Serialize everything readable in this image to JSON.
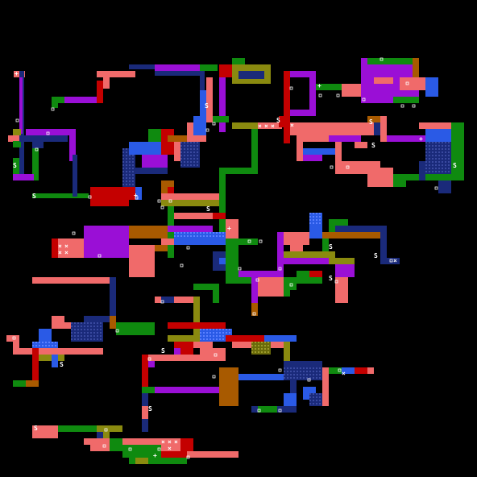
{
  "screen": {
    "background": "#000000",
    "description_color_keys": [
      "green",
      "pink",
      "purple",
      "olive",
      "navy",
      "blue",
      "red",
      "orange",
      "white"
    ]
  },
  "palette": {
    "green": "#0f8a0f",
    "pink": "#f06a6a",
    "purple": "#9a0fd6",
    "olive": "#8a8a0f",
    "navy": "#1a2a7a",
    "blue": "#2a5ae6",
    "red": "#c40000",
    "orange": "#a85a00",
    "white": "#ffffff",
    "light_blue": "#3a6af0"
  },
  "legend_glyphs": {
    "save": "S",
    "item": "+",
    "boss": "×",
    "door": "▫"
  },
  "markers": [
    {
      "glyph": "S",
      "color": "white"
    }
  ]
}
